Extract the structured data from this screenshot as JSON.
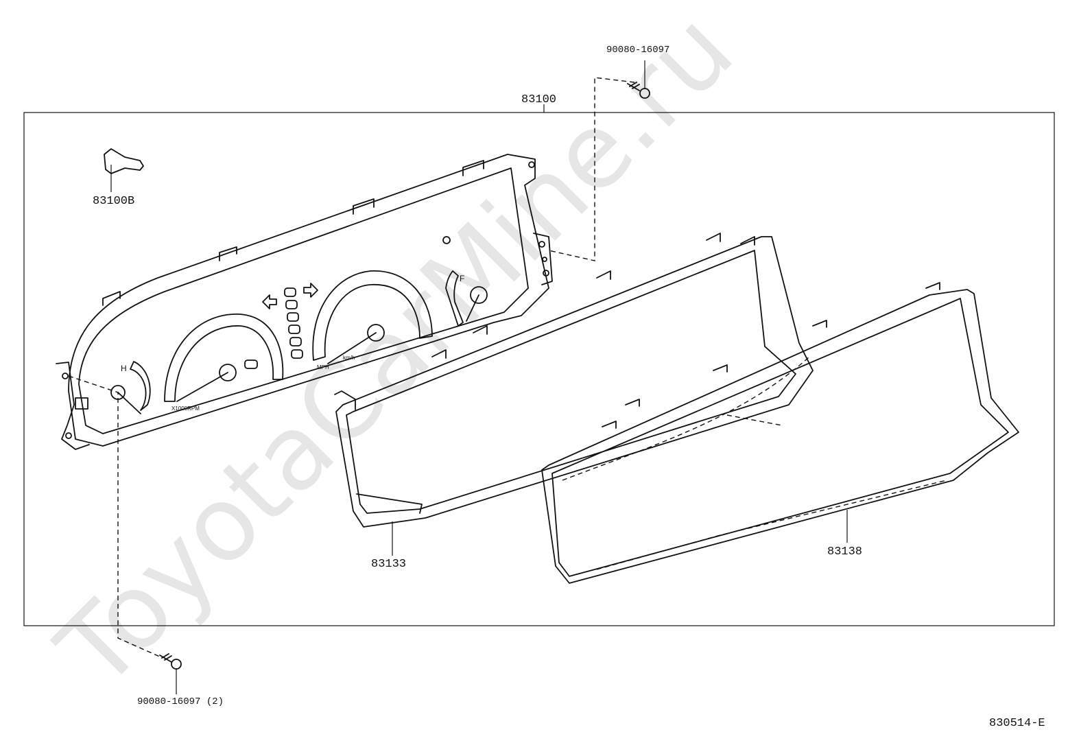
{
  "watermark": "ToyotaCarMine.ru",
  "diagram_code": "830514-E",
  "parts": {
    "assembly": "83100",
    "bulb": "83100B",
    "screw_top": "90080-16097",
    "screw_bottom": "90080-16097 (2)",
    "lens": "83133",
    "glass": "83138"
  },
  "gauge_labels": {
    "temp_hot": "H",
    "fuel_full": "F",
    "tach_unit": "X1000RPM",
    "speed_unit_mph": "MPH",
    "speed_unit_kmh": "km/h"
  }
}
